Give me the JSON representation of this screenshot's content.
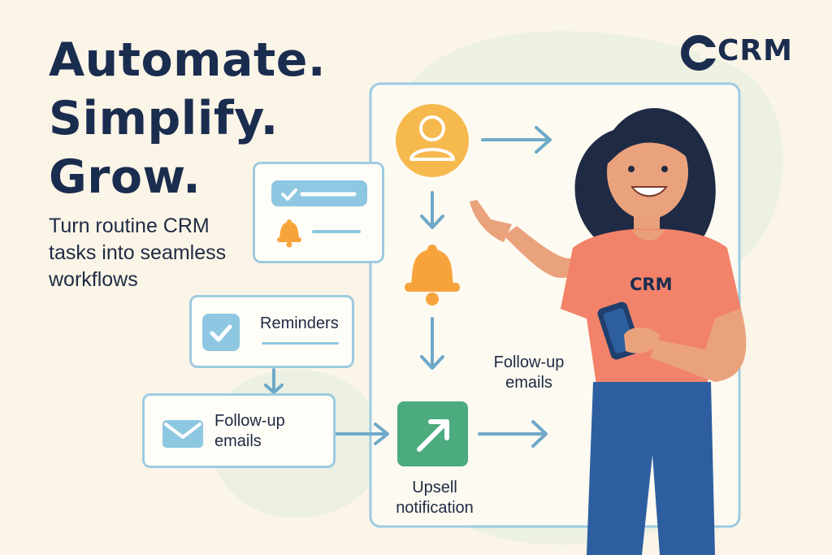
{
  "headline": [
    "Automate.",
    "Simplify.",
    "Grow."
  ],
  "subtitle": [
    "Turn routine CRM",
    "tasks into seamless",
    "workflows"
  ],
  "brand": {
    "logo_text": "CRM"
  },
  "cards": {
    "reminders_label": "Reminders",
    "followup_label": [
      "Follow-up",
      "emails"
    ]
  },
  "flow": {
    "followup_side_label": [
      "Follow-up",
      "emails"
    ],
    "upsell_label": [
      "Upsell",
      "notification"
    ]
  },
  "person": {
    "shirt_text": "CRM"
  },
  "icons": [
    "logo-c-icon",
    "user-icon",
    "bell-icon",
    "check-icon",
    "envelope-icon",
    "trend-arrow-icon",
    "phone-icon"
  ],
  "colors": {
    "navy": "#1b2d4f",
    "panel_border": "#9dcbe1",
    "arrow": "#6fa9c9",
    "user_yellow": "#f6b94e",
    "bell_orange": "#f7a33c",
    "upsell_green": "#4cab7f",
    "check_blue": "#8ec7e2",
    "shirt": "#f2826a",
    "pants": "#2d5fa0",
    "background": "#fbf5e8"
  }
}
